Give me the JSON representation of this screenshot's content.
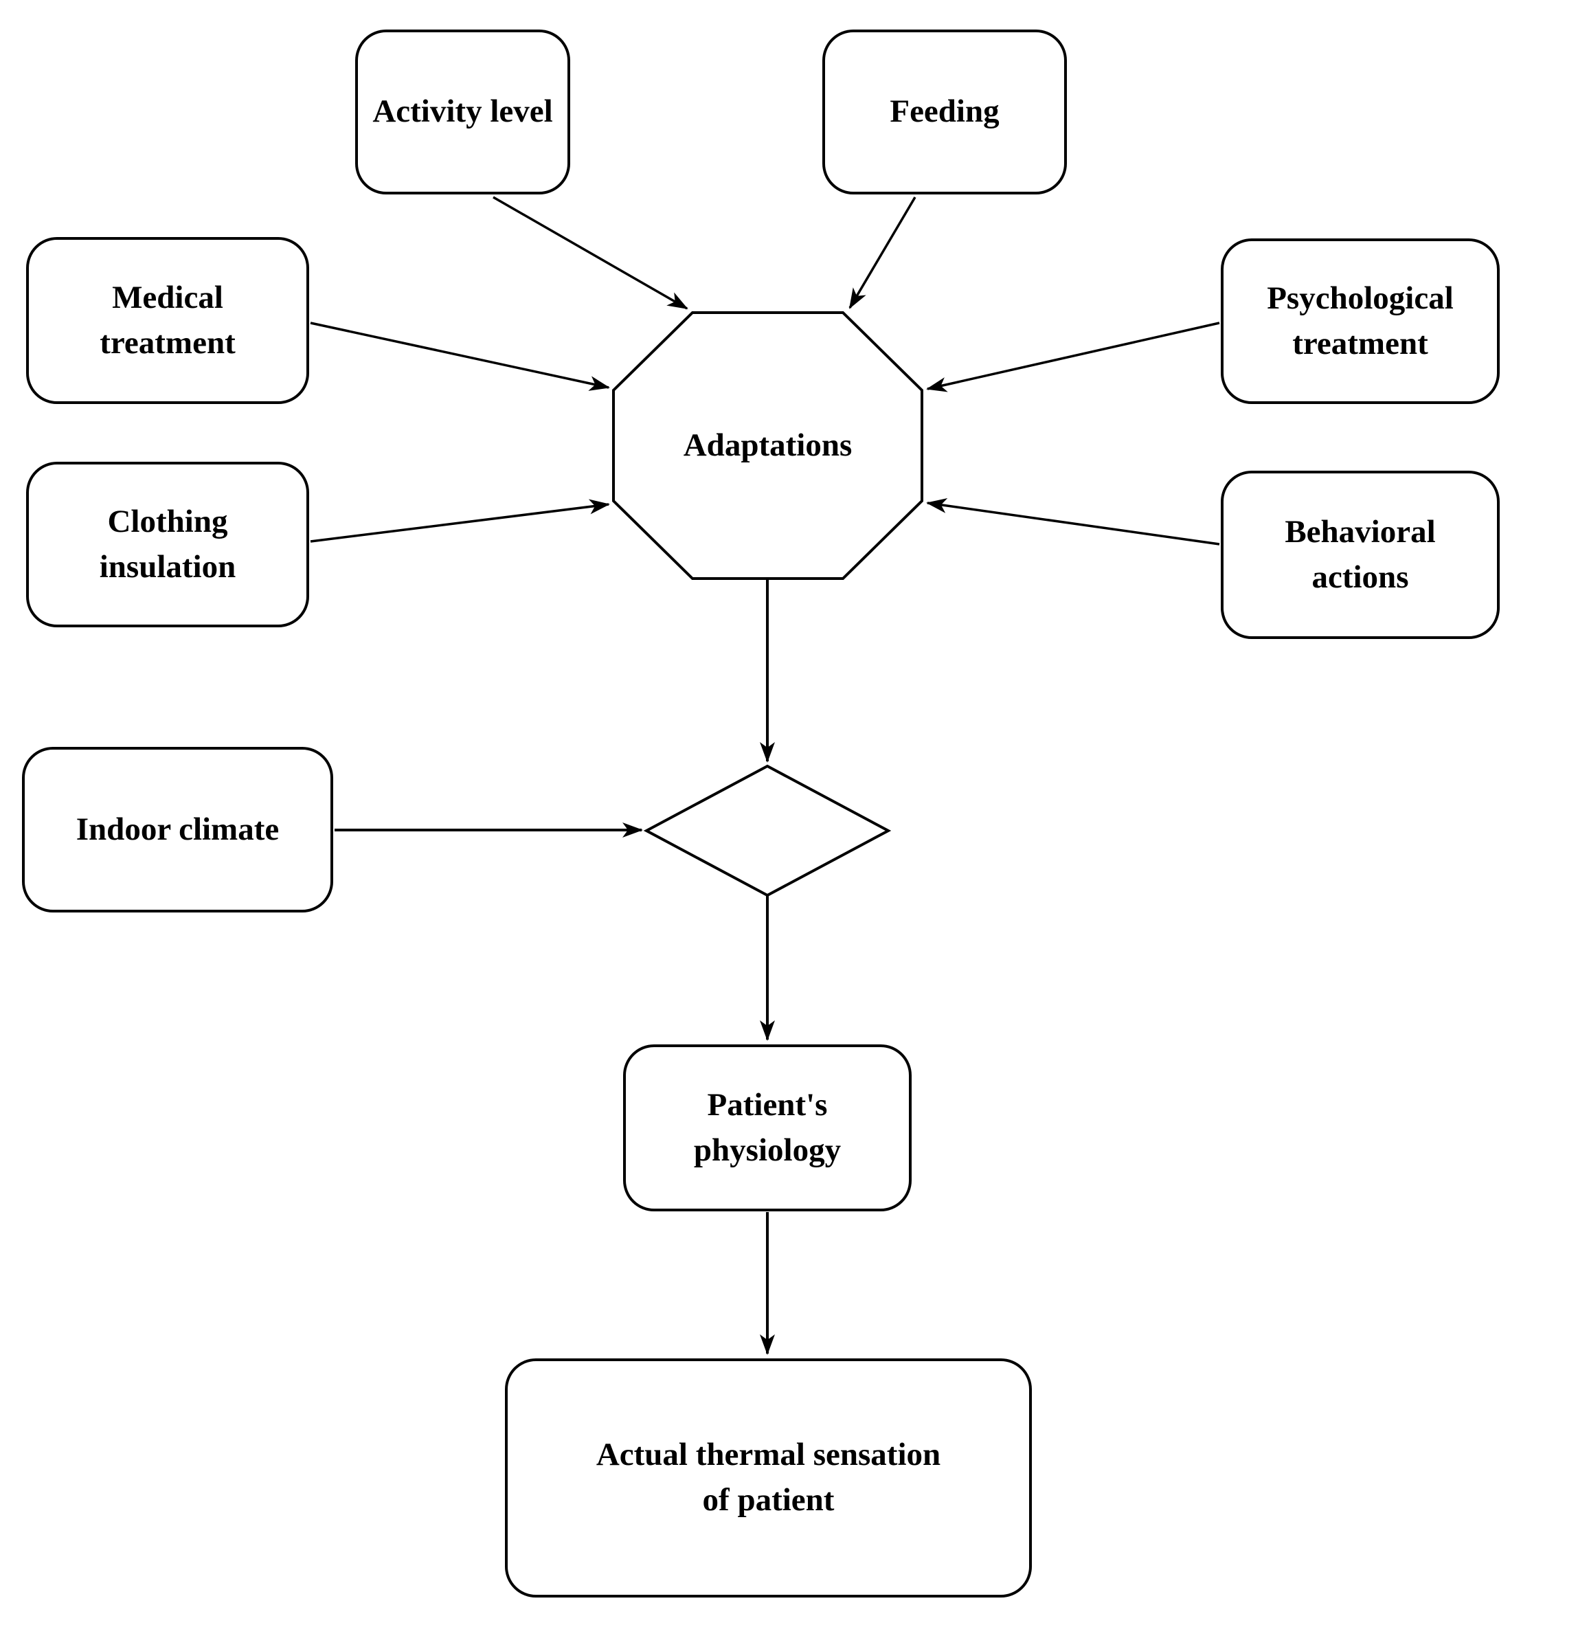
{
  "diagram": {
    "type": "flowchart",
    "colors": {
      "background": "#ffffff",
      "node_fill": "#ffffff",
      "stroke": "#000000",
      "text": "#000000"
    },
    "nodes": {
      "activity_level": {
        "label": "Activity level",
        "shape": "rounded-rectangle"
      },
      "feeding": {
        "label": "Feeding",
        "shape": "rounded-rectangle"
      },
      "medical_treatment": {
        "label": "Medical\ntreatment",
        "shape": "rounded-rectangle"
      },
      "clothing_insulation": {
        "label": "Clothing\ninsulation",
        "shape": "rounded-rectangle"
      },
      "psychological_treatment": {
        "label": "Psychological\ntreatment",
        "shape": "rounded-rectangle"
      },
      "behavioral_actions": {
        "label": "Behavioral\nactions",
        "shape": "rounded-rectangle"
      },
      "adaptations": {
        "label": "Adaptations",
        "shape": "octagon"
      },
      "decision": {
        "label": "",
        "shape": "diamond"
      },
      "indoor_climate": {
        "label": "Indoor climate",
        "shape": "rounded-rectangle"
      },
      "patients_physiology": {
        "label": "Patient's\nphysiology",
        "shape": "rounded-rectangle"
      },
      "actual_thermal_sensation": {
        "label": "Actual thermal sensation\nof patient",
        "shape": "rounded-rectangle"
      }
    },
    "edges": [
      {
        "from": "activity_level",
        "to": "adaptations"
      },
      {
        "from": "feeding",
        "to": "adaptations"
      },
      {
        "from": "medical_treatment",
        "to": "adaptations"
      },
      {
        "from": "clothing_insulation",
        "to": "adaptations"
      },
      {
        "from": "psychological_treatment",
        "to": "adaptations"
      },
      {
        "from": "behavioral_actions",
        "to": "adaptations"
      },
      {
        "from": "adaptations",
        "to": "decision"
      },
      {
        "from": "indoor_climate",
        "to": "decision"
      },
      {
        "from": "decision",
        "to": "patients_physiology"
      },
      {
        "from": "patients_physiology",
        "to": "actual_thermal_sensation"
      }
    ]
  }
}
